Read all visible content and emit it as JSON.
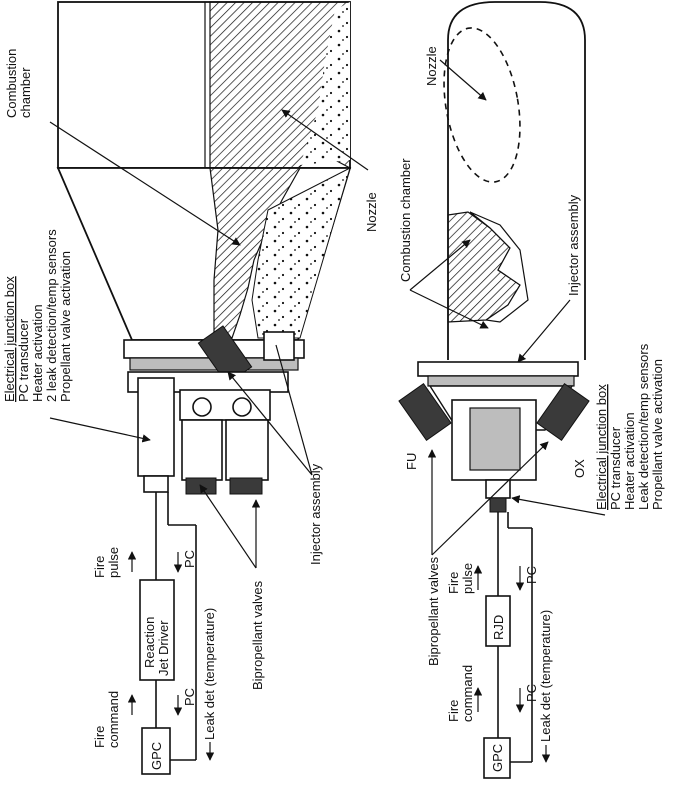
{
  "left": {
    "combustion_chamber": [
      "Combustion",
      "chamber"
    ],
    "nozzle": "Nozzle",
    "junction_box": [
      "Electrical junction box",
      "PC transducer",
      "Heater activation",
      "2 leak detection/temp sensors",
      "Propellant valve activation"
    ],
    "injector_assembly": "Injector assembly",
    "bipropellant_valves": "Bipropellant valves",
    "fire_pulse": [
      "Fire",
      "pulse"
    ],
    "pc_upper": "PC",
    "driver": [
      "Reaction",
      "Jet Driver"
    ],
    "fire_command": [
      "Fire",
      "command"
    ],
    "pc_lower": "PC",
    "leak_det": "Leak det (temperature)",
    "gpc": "GPC"
  },
  "right": {
    "nozzle": "Nozzle",
    "combustion_chamber": "Combustion chamber",
    "injector_assembly": "Injector assembly",
    "junction_box": [
      "Electrical junction box",
      "PC transducer",
      "Heater activation",
      "Leak detection/temp sensors",
      "Propellant valve activation"
    ],
    "fu": "FU",
    "ox": "OX",
    "bipropellant_valves": "Bipropellant valves",
    "fire_pulse": [
      "Fire",
      "pulse"
    ],
    "pc_upper": "PC",
    "rjd": "RJD",
    "fire_command": [
      "Fire",
      "command"
    ],
    "pc_lower": "PC",
    "leak_det": "Leak det (temperature)",
    "gpc": "GPC"
  }
}
